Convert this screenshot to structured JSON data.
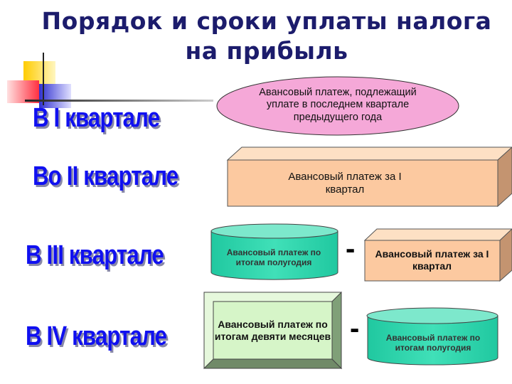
{
  "title": {
    "line1": "Порядок и сроки уплаты налога",
    "line2": "на прибыль"
  },
  "quarters": [
    {
      "label": "В I квартале",
      "formula": [
        "Авансовый платеж, подлежащий уплате в последнем квартале предыдущего года"
      ]
    },
    {
      "label": "Во II квартале",
      "formula": [
        "Авансовый платеж за I квартал"
      ]
    },
    {
      "label": "В III квартале",
      "formula": [
        "Авансовый платеж по итогам полугодия",
        "-",
        "Авансовый платеж за I квартал"
      ]
    },
    {
      "label": "В IV квартале",
      "formula": [
        "Авансовый платеж по итогам девяти месяцев",
        "-",
        "Авансовый платеж по итогам полугодия"
      ]
    }
  ],
  "colors": {
    "title": "#1c1c6c",
    "quarter_text": "#1010f0",
    "ellipse": "#f5a8d8",
    "box": "#fcc9a0",
    "cylinder": "#33d6b0",
    "bevel": "#d6f5c8"
  }
}
